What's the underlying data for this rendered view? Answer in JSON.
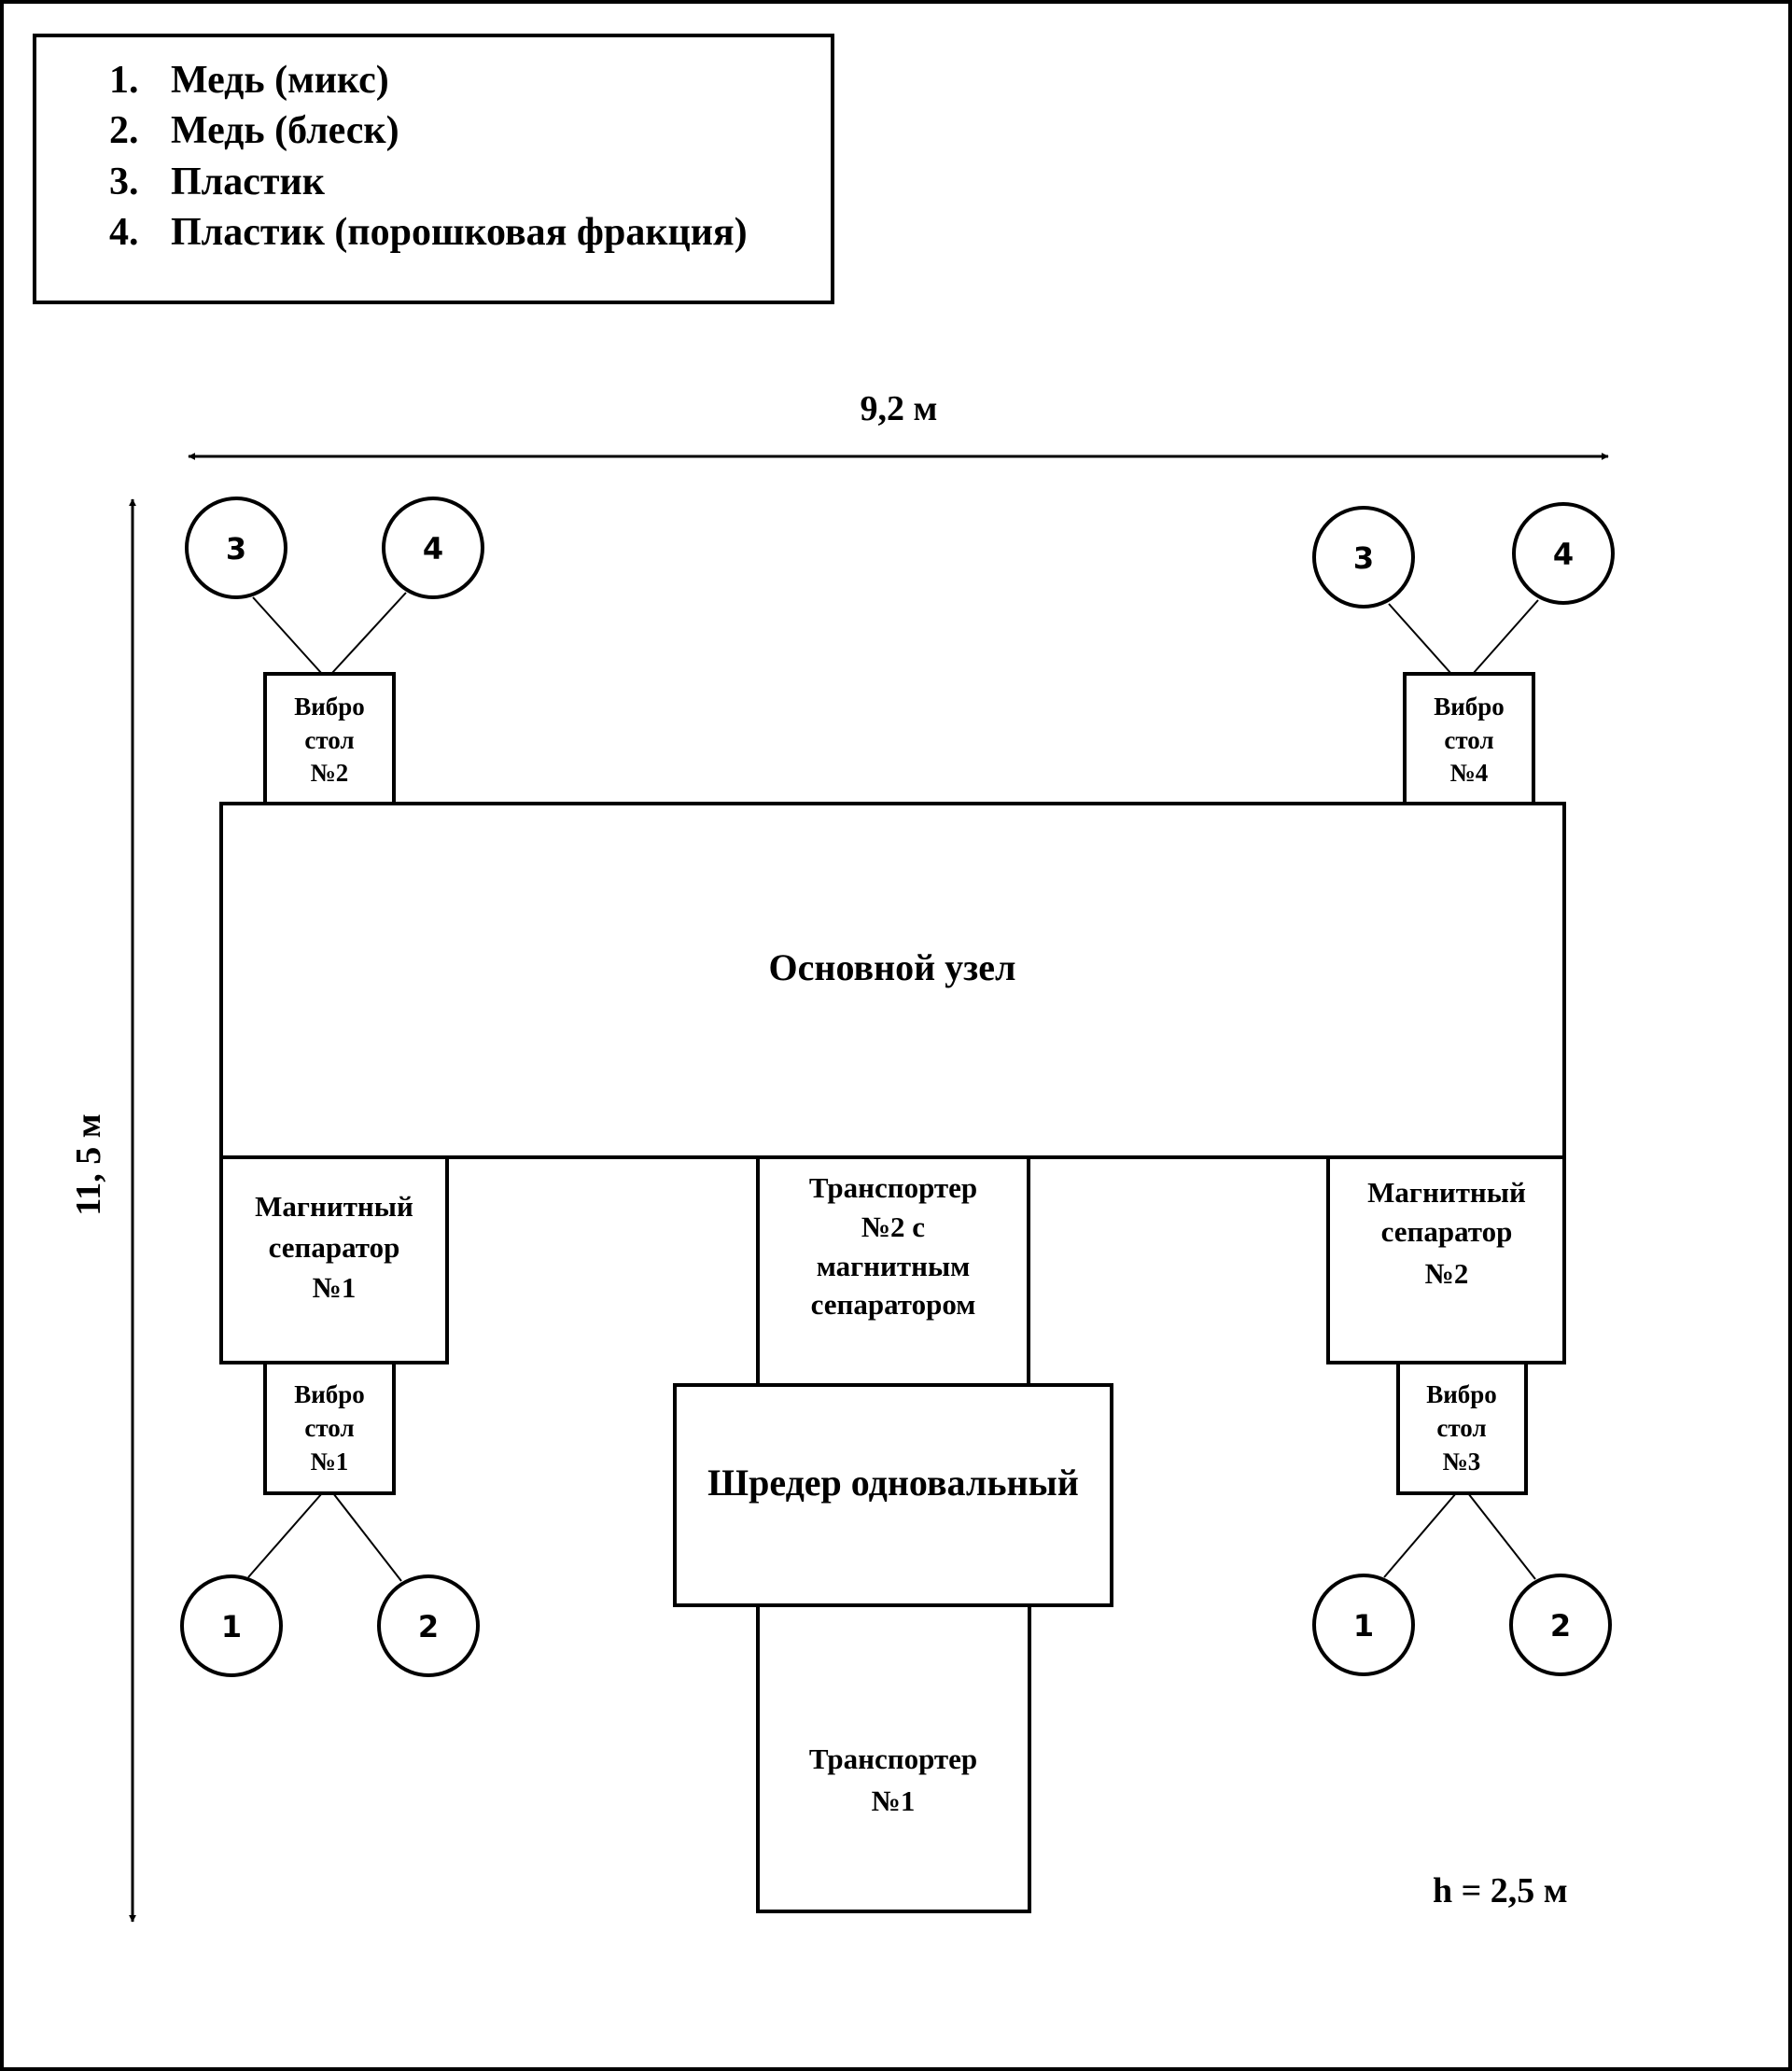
{
  "legend": {
    "items": [
      {
        "number": "1.",
        "label": "Медь (микс)"
      },
      {
        "number": "2.",
        "label": "Медь (блеск)"
      },
      {
        "number": "3.",
        "label": "Пластик"
      },
      {
        "number": "4.",
        "label": "Пластик (порошковая фракция)"
      }
    ]
  },
  "dimensions": {
    "width_label": "9,2 м",
    "length_label": "11, 5 м",
    "height_label": "h = 2,5 м"
  },
  "equipment": {
    "main_unit": {
      "lines": [
        "Основной узел"
      ]
    },
    "vibro_table_1": {
      "lines": [
        "Вибро",
        "стол",
        "№1"
      ]
    },
    "vibro_table_2": {
      "lines": [
        "Вибро",
        "стол",
        "№2"
      ]
    },
    "vibro_table_3": {
      "lines": [
        "Вибро",
        "стол",
        "№3"
      ]
    },
    "vibro_table_4": {
      "lines": [
        "Вибро",
        "стол",
        "№4"
      ]
    },
    "magnetic_separator_1": {
      "lines": [
        "Магнитный",
        "сепаратор",
        "№1"
      ]
    },
    "magnetic_separator_2": {
      "lines": [
        "Магнитный",
        "сепаратор",
        "№2"
      ]
    },
    "transporter_2": {
      "lines": [
        "Транспортер",
        "№2 с",
        "магнитным",
        "сепаратором"
      ]
    },
    "shredder": {
      "lines": [
        "Шредер одновальный"
      ]
    },
    "transporter_1": {
      "lines": [
        "Транспортер",
        "№1"
      ]
    }
  },
  "outputs": {
    "vibro_table_1": [
      "1",
      "2"
    ],
    "vibro_table_2": [
      "3",
      "4"
    ],
    "vibro_table_3": [
      "1",
      "2"
    ],
    "vibro_table_4": [
      "3",
      "4"
    ]
  },
  "colors": {
    "stroke": "#000000",
    "background": "#ffffff"
  }
}
